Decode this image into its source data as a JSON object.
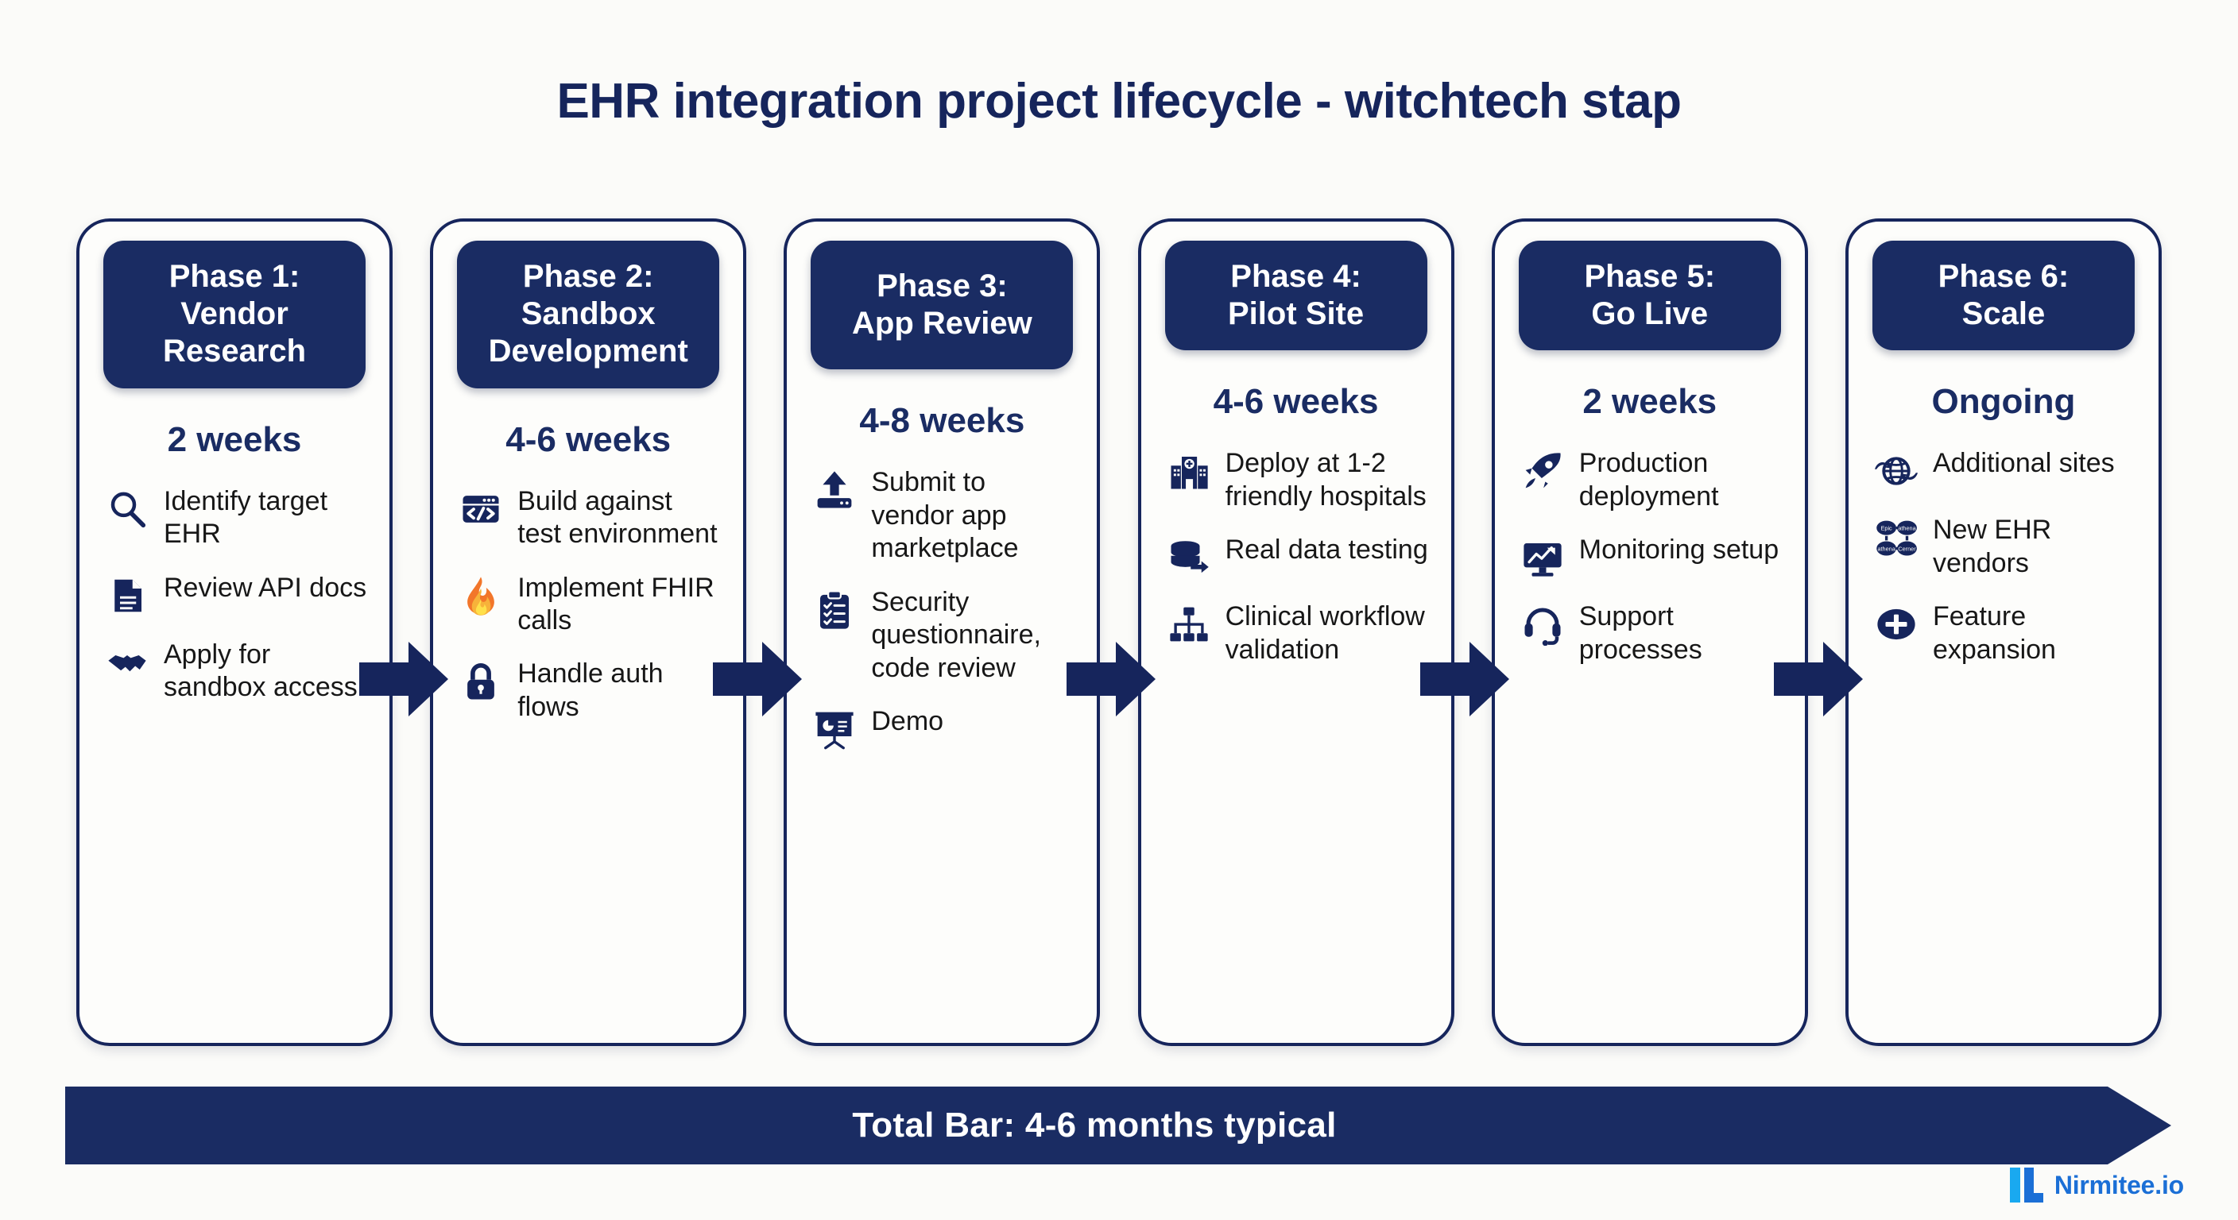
{
  "title": "EHR integration project lifecycle - witchtech stap",
  "colors": {
    "navy": "#16255c",
    "header_navy": "#1a2c63",
    "background": "#fbfbf9",
    "body_text": "#171717",
    "logo_cyan": "#19a9f0",
    "logo_blue": "#1b6fd6"
  },
  "phases": [
    {
      "header": "Phase 1:\nVendor Research",
      "duration": "2 weeks",
      "bullets": [
        {
          "icon": "magnifier-icon",
          "text": "Identify target EHR"
        },
        {
          "icon": "document-icon",
          "text": "Review API docs"
        },
        {
          "icon": "handshake-icon",
          "text": "Apply for sandbox access"
        }
      ]
    },
    {
      "header": "Phase 2:\nSandbox Development",
      "duration": "4-6 weeks",
      "bullets": [
        {
          "icon": "code-window-icon",
          "text": "Build against test environment"
        },
        {
          "icon": "flame-icon",
          "text": "Implement FHIR calls"
        },
        {
          "icon": "lock-icon",
          "text": "Handle auth flows"
        }
      ]
    },
    {
      "header": "Phase 3:\nApp Review",
      "duration": "4-8 weeks",
      "bullets": [
        {
          "icon": "upload-icon",
          "text": "Submit to vendor app marketplace"
        },
        {
          "icon": "clipboard-checklist-icon",
          "text": "Security questionnaire, code review"
        },
        {
          "icon": "presentation-chart-icon",
          "text": "Demo"
        }
      ]
    },
    {
      "header": "Phase 4:\nPilot Site",
      "duration": "4-6 weeks",
      "bullets": [
        {
          "icon": "hospital-icon",
          "text": "Deploy at 1-2 friendly hospitals"
        },
        {
          "icon": "database-transfer-icon",
          "text": "Real data testing"
        },
        {
          "icon": "workflow-hierarchy-icon",
          "text": "Clinical workflow validation"
        }
      ]
    },
    {
      "header": "Phase 5:\nGo Live",
      "duration": "2 weeks",
      "bullets": [
        {
          "icon": "rocket-icon",
          "text": "Production deployment"
        },
        {
          "icon": "monitor-chart-icon",
          "text": "Monitoring setup"
        },
        {
          "icon": "headset-icon",
          "text": "Support processes"
        }
      ]
    },
    {
      "header": "Phase 6:\nScale",
      "duration": "Ongoing",
      "bullets": [
        {
          "icon": "globe-sync-icon",
          "text": "Additional sites"
        },
        {
          "icon": "vendor-network-icon",
          "text": "New EHR vendors"
        },
        {
          "icon": "plus-circle-icon",
          "text": "Feature expansion"
        }
      ]
    }
  ],
  "total_bar": {
    "label": "Total Bar: 4-6 months typical"
  },
  "logo": {
    "text": "Nirmitee.io"
  }
}
